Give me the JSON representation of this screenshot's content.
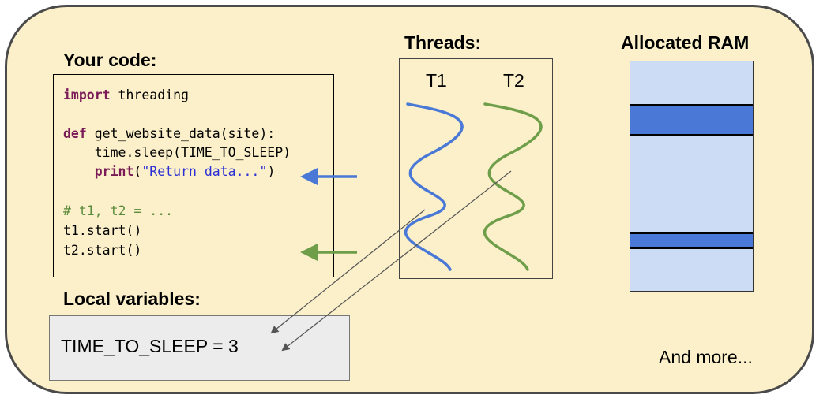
{
  "code_section": {
    "heading": "Your code:",
    "line_import_kw": "import",
    "line_import_rest": " threading",
    "line_def_kw": "def",
    "line_def_rest": " get_website_data(site):",
    "line_sleep": "    time.sleep(TIME_TO_SLEEP)",
    "line_print_indent": "    ",
    "line_print_kw": "print",
    "line_print_open": "(",
    "line_print_str": "\"Return data...\"",
    "line_print_close": ")",
    "line_comment": "# t1, t2 = ...",
    "line_t1": "t1.start()",
    "line_t2": "t2.start()"
  },
  "threads_section": {
    "heading": "Threads:",
    "t1_label": "T1",
    "t2_label": "T2"
  },
  "ram_section": {
    "heading": "Allocated RAM"
  },
  "locals_section": {
    "heading": "Local variables:",
    "value_text": "TIME_TO_SLEEP = 3"
  },
  "footer_text": "And more...",
  "colors": {
    "panel": "#fbf0c9",
    "t1": "#4a78d6",
    "t2": "#6f9e4a",
    "ram_bg": "#cddcf5",
    "ram_block": "#4a78d6"
  }
}
